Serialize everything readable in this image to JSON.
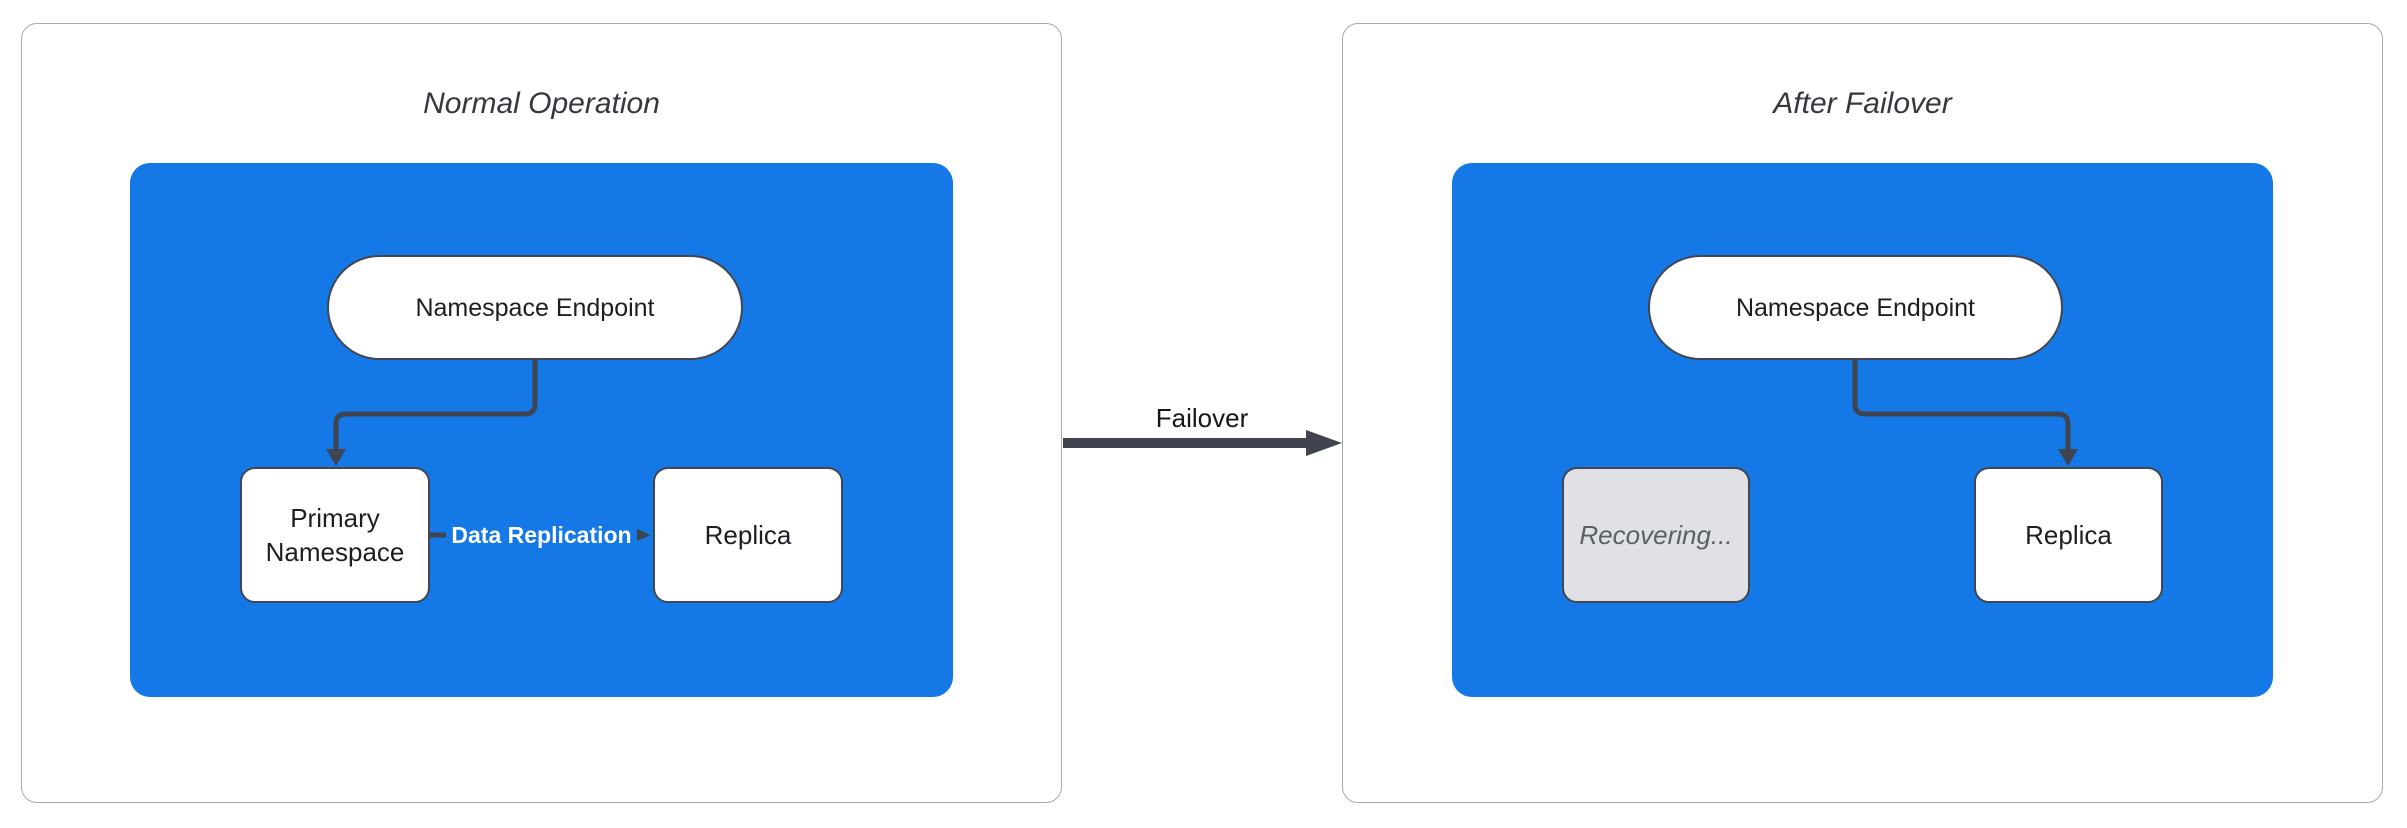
{
  "diagram": {
    "left_panel": {
      "title": "Normal Operation",
      "endpoint": "Namespace Endpoint",
      "primary": "Primary Namespace",
      "replica": "Replica",
      "replication_arrow_label": "Data Replication"
    },
    "right_panel": {
      "title": "After Failover",
      "endpoint": "Namespace Endpoint",
      "recovering": "Recovering...",
      "replica": "Replica"
    },
    "transition_arrow_label": "Failover"
  },
  "colors": {
    "container_fill": "#1478E6",
    "connector": "#3F444E",
    "panel_border": "#A9A9A9",
    "node_border": "#43464F",
    "node_text": "#1B1E23",
    "title_color": "#34383F",
    "recovering_fill": "#E0E1E5",
    "recovering_text": "#5A5F68",
    "node_fill": "#FFFFFF",
    "replication_text": "#FFFFFF"
  }
}
